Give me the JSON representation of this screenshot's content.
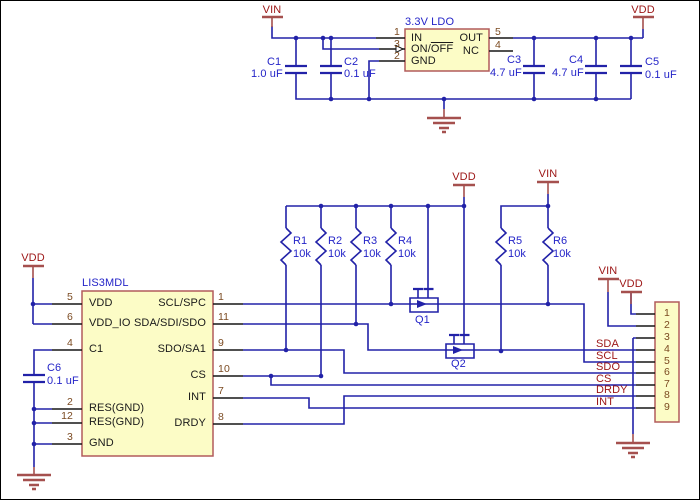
{
  "power": {
    "vin": "VIN",
    "vdd": "VDD"
  },
  "ldo": {
    "title": "3.3V LDO",
    "pin_in": "IN",
    "pin_onoff_prefix": "ON/",
    "pin_onoff_overline": "OFF",
    "pin_gnd": "GND",
    "pin_out": "OUT",
    "pin_nc": "NC",
    "num_in": "1",
    "num_onoff": "3",
    "num_gnd": "2",
    "num_out": "5",
    "num_nc": "4"
  },
  "capacitors": [
    {
      "ref": "C1",
      "value": "1.0 uF"
    },
    {
      "ref": "C2",
      "value": "0.1 uF"
    },
    {
      "ref": "C3",
      "value": "4.7 uF"
    },
    {
      "ref": "C4",
      "value": "4.7 uF"
    },
    {
      "ref": "C5",
      "value": "0.1 uF"
    },
    {
      "ref": "C6",
      "value": "0.1 uF"
    }
  ],
  "resistors": [
    {
      "ref": "R1",
      "value": "10k"
    },
    {
      "ref": "R2",
      "value": "10k"
    },
    {
      "ref": "R3",
      "value": "10k"
    },
    {
      "ref": "R4",
      "value": "10k"
    },
    {
      "ref": "R5",
      "value": "10k"
    },
    {
      "ref": "R6",
      "value": "10k"
    }
  ],
  "mosfets": [
    {
      "ref": "Q1"
    },
    {
      "ref": "Q2"
    }
  ],
  "ic": {
    "title": "LIS3MDL",
    "left_pins": [
      {
        "num": "5",
        "name": "VDD"
      },
      {
        "num": "6",
        "name": "VDD_IO"
      },
      {
        "num": "4",
        "name": "C1"
      },
      {
        "num": "2",
        "name": "RES(GND)"
      },
      {
        "num": "12",
        "name": "RES(GND)"
      },
      {
        "num": "3",
        "name": "GND"
      }
    ],
    "right_pins": [
      {
        "num": "1",
        "name": "SCL/SPC"
      },
      {
        "num": "11",
        "name": "SDA/SDI/SDO"
      },
      {
        "num": "9",
        "name": "SDO/SA1"
      },
      {
        "num": "10",
        "name": "CS"
      },
      {
        "num": "7",
        "name": "INT"
      },
      {
        "num": "8",
        "name": "DRDY"
      }
    ]
  },
  "connector": {
    "pins": [
      "1",
      "2",
      "3",
      "4",
      "5",
      "6",
      "7",
      "8",
      "9"
    ],
    "nets": [
      {
        "label": "SDA"
      },
      {
        "label": "SCL"
      },
      {
        "label": "SDO"
      },
      {
        "label": "CS"
      },
      {
        "label": "DRDY"
      },
      {
        "label": "INT"
      }
    ]
  }
}
